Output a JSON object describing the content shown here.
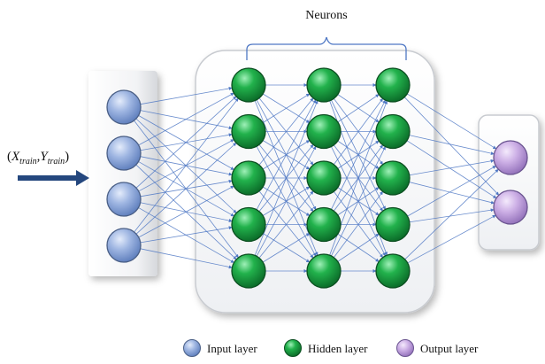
{
  "diagram": {
    "top_label": "Neurons",
    "input_label": {
      "open": "(",
      "x_var": "X",
      "x_sub": "train",
      "comma": ",",
      "y_var": "Y",
      "y_sub": "train",
      "close": ")"
    },
    "layers": [
      {
        "name": "input",
        "neurons": 4,
        "color": "#8fa8d8"
      },
      {
        "name": "hidden-1",
        "neurons": 5,
        "color": "#22a646"
      },
      {
        "name": "hidden-2",
        "neurons": 5,
        "color": "#22a646"
      },
      {
        "name": "hidden-3",
        "neurons": 5,
        "color": "#22a646"
      },
      {
        "name": "output",
        "neurons": 2,
        "color": "#c7a8e0"
      }
    ],
    "connection_color": "#4f78c4",
    "arrow_color": "#24477e"
  },
  "legend": [
    {
      "label": "Input layer",
      "color": "#8fa8d8"
    },
    {
      "label": "Hidden layer",
      "color": "#1f9a44"
    },
    {
      "label": "Output layer",
      "color": "#c7a8e0"
    }
  ]
}
